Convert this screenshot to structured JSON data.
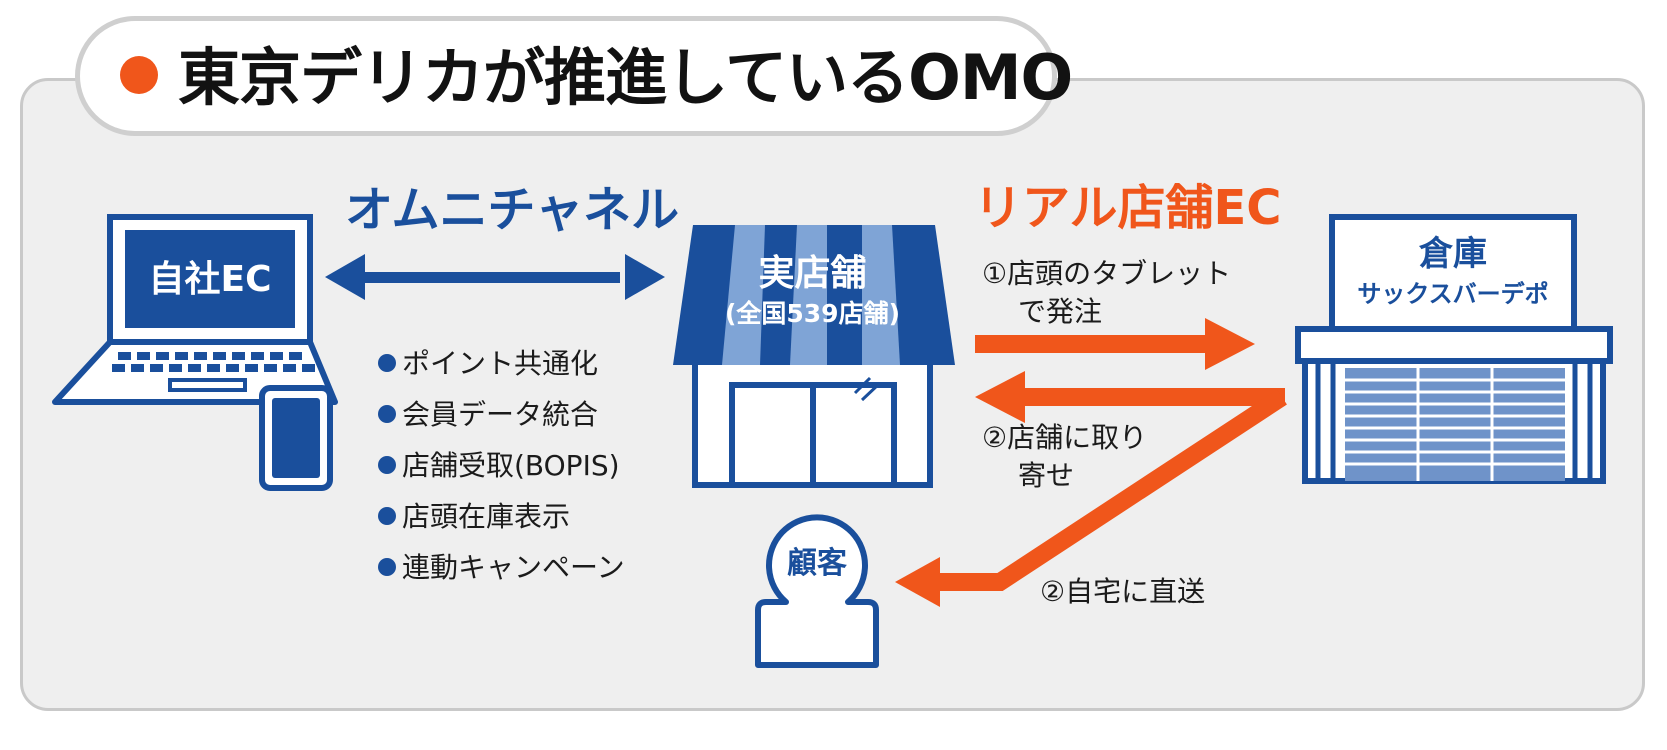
{
  "title": "東京デリカが推進しているOMO",
  "omnichannel": {
    "heading": "オムニチャネル",
    "features": [
      "ポイント共通化",
      "会員データ統合",
      "店舗受取(BOPIS)",
      "店頭在庫表示",
      "連動キャンペーン"
    ]
  },
  "real_store_ec": {
    "heading": "リアル店舗EC",
    "flow1_line1": "①店頭のタブレット",
    "flow1_line2": "で発注",
    "flow2_line1": "②店舗に取り",
    "flow2_line2": "寄せ",
    "flow3": "②自宅に直送"
  },
  "own_ec": {
    "label": "自社EC"
  },
  "store": {
    "name": "実店舗",
    "count": "(全国539店舗)"
  },
  "warehouse": {
    "name": "倉庫",
    "sub": "サックスバーデポ"
  },
  "customer": {
    "label": "顧客"
  },
  "colors": {
    "blue": "#1a4f9c",
    "orange": "#f0561b",
    "panel": "#efefef"
  }
}
